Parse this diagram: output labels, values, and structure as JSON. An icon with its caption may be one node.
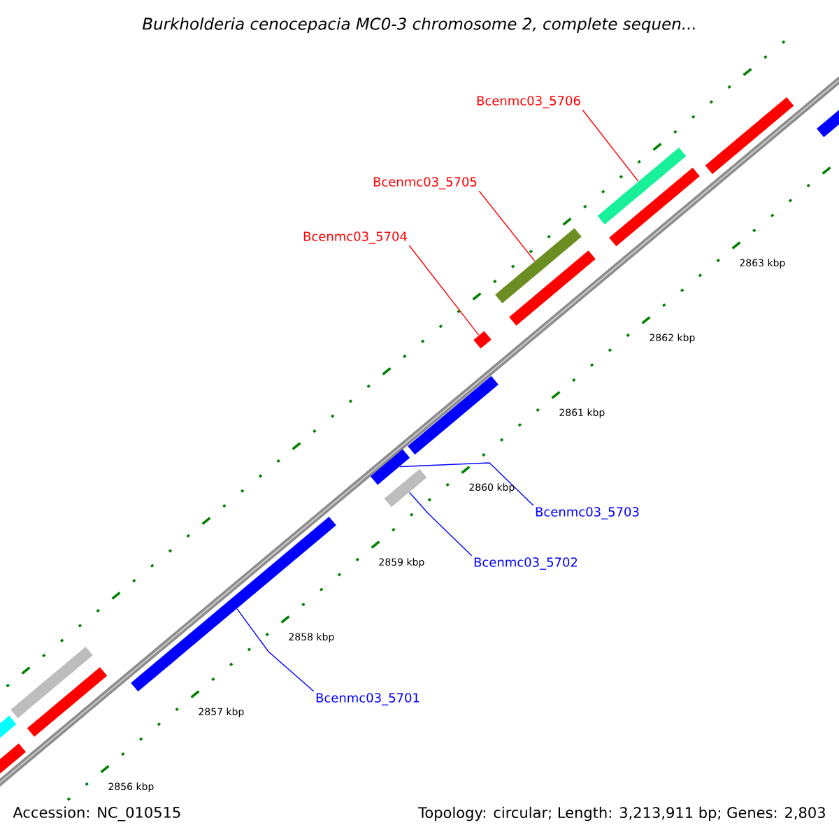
{
  "diagram": {
    "title": "Burkholderia cenocepacia MC0-3 chromosome 2, complete sequen...",
    "nodes": [
      {
        "text": [
          "Bcenmc03_5706"
        ]
      },
      {
        "text": [],
        "shape": "bar"
      },
      {
        "text": [
          "Bcenmc03_5705"
        ]
      },
      {
        "text": [],
        "shape": "bar"
      },
      {
        "text": [
          "Bcenmc03_5704"
        ]
      },
      {
        "text": [],
        "shape": "bar"
      },
      {
        "text": [
          "Bcenmc03_5703"
        ]
      },
      {
        "text": [],
        "shape": "bar"
      },
      {
        "text": [
          "Bcenmc03_5702"
        ]
      },
      {
        "text": [],
        "shape": "bar"
      },
      {
        "text": [
          "Bcenmc03_5701"
        ]
      },
      {
        "text": [],
        "shape": "bar"
      }
    ],
    "edges": [
      {
        "from": 0,
        "to": 1,
        "arrow": "none",
        "color": "#ff0000"
      },
      {
        "from": 2,
        "to": 3,
        "arrow": "none",
        "color": "#ff0000"
      },
      {
        "from": 4,
        "to": 5,
        "arrow": "none",
        "color": "#ff0000"
      },
      {
        "from": 6,
        "to": 7,
        "arrow": "none",
        "color": "#0000ff"
      },
      {
        "from": 8,
        "to": 9,
        "arrow": "none",
        "color": "#0000ff"
      },
      {
        "from": 10,
        "to": 11,
        "arrow": "none",
        "color": "#0000ff"
      }
    ],
    "labels": [
      "2863 kbp",
      "2862 kbp",
      "2861 kbp",
      "2860 kbp",
      "2859 kbp",
      "2858 kbp",
      "2857 kbp",
      "2856 kbp",
      "Accession: NC_010515",
      "Topology: circular; Length: 3,213,911 bp; Genes: 2,803"
    ]
  }
}
